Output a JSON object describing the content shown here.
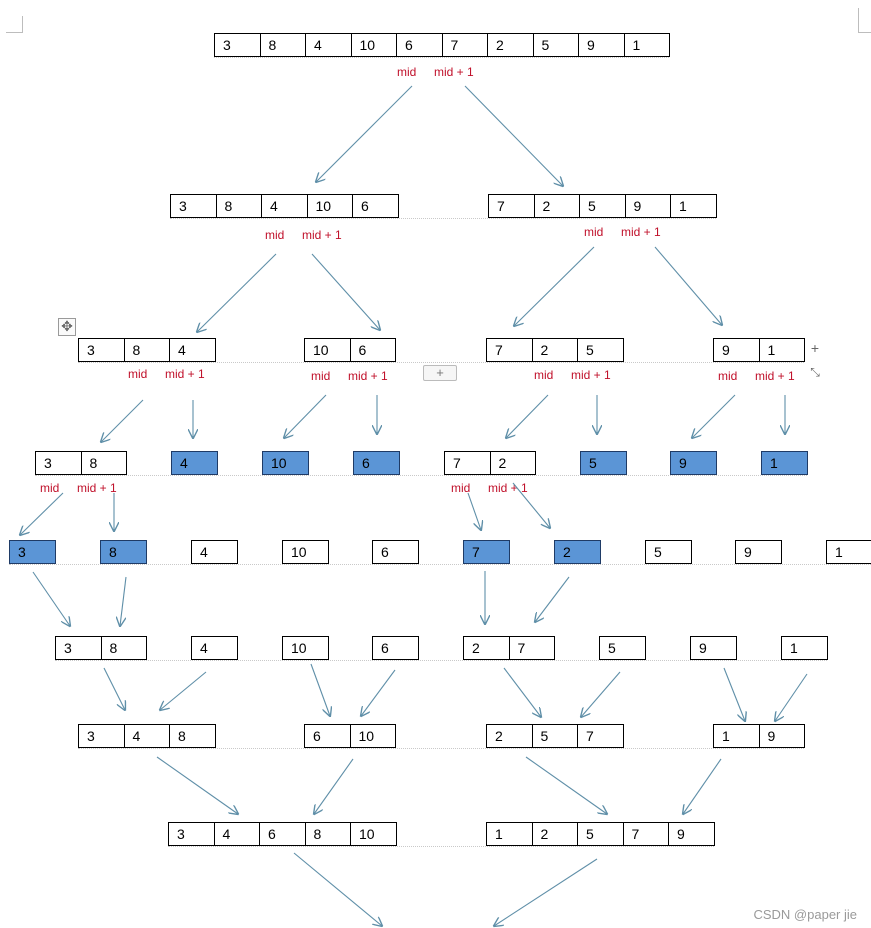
{
  "rows": [
    {
      "groups": [
        [
          {
            "v": "3"
          },
          {
            "v": "8"
          },
          {
            "v": "4"
          },
          {
            "v": "10"
          },
          {
            "v": "6"
          },
          {
            "v": "7"
          },
          {
            "v": "2"
          },
          {
            "v": "5"
          },
          {
            "v": "9"
          },
          {
            "v": "1"
          }
        ]
      ]
    },
    {
      "groups": [
        [
          {
            "v": "3"
          },
          {
            "v": "8"
          },
          {
            "v": "4"
          },
          {
            "v": "10"
          },
          {
            "v": "6"
          }
        ],
        [
          {
            "v": "7"
          },
          {
            "v": "2"
          },
          {
            "v": "5"
          },
          {
            "v": "9"
          },
          {
            "v": "1"
          }
        ]
      ]
    },
    {
      "groups": [
        [
          {
            "v": "3"
          },
          {
            "v": "8"
          },
          {
            "v": "4"
          }
        ],
        [
          {
            "v": "10"
          },
          {
            "v": "6"
          }
        ],
        [
          {
            "v": "7"
          },
          {
            "v": "2"
          },
          {
            "v": "5"
          }
        ],
        [
          {
            "v": "9"
          },
          {
            "v": "1"
          }
        ]
      ]
    },
    {
      "groups": [
        [
          {
            "v": "3"
          },
          {
            "v": "8"
          }
        ],
        [
          {
            "v": "4",
            "hl": true
          }
        ],
        [
          {
            "v": "10",
            "hl": true
          }
        ],
        [
          {
            "v": "6",
            "hl": true
          }
        ],
        [
          {
            "v": "7"
          },
          {
            "v": "2"
          }
        ],
        [
          {
            "v": "5",
            "hl": true
          }
        ],
        [
          {
            "v": "9",
            "hl": true
          }
        ],
        [
          {
            "v": "1",
            "hl": true
          }
        ]
      ]
    },
    {
      "groups": [
        [
          {
            "v": "3",
            "hl": true
          }
        ],
        [
          {
            "v": "8",
            "hl": true
          }
        ],
        [
          {
            "v": "4"
          }
        ],
        [
          {
            "v": "10"
          }
        ],
        [
          {
            "v": "6"
          }
        ],
        [
          {
            "v": "7",
            "hl": true
          }
        ],
        [
          {
            "v": "2",
            "hl": true
          }
        ],
        [
          {
            "v": "5"
          }
        ],
        [
          {
            "v": "9"
          }
        ],
        [
          {
            "v": "1"
          }
        ]
      ]
    },
    {
      "groups": [
        [
          {
            "v": "3"
          },
          {
            "v": "8"
          }
        ],
        [
          {
            "v": "4"
          }
        ],
        [
          {
            "v": "10"
          }
        ],
        [
          {
            "v": "6"
          }
        ],
        [
          {
            "v": "2"
          },
          {
            "v": "7"
          }
        ],
        [
          {
            "v": "5"
          }
        ],
        [
          {
            "v": "9"
          }
        ],
        [
          {
            "v": "1"
          }
        ]
      ]
    },
    {
      "groups": [
        [
          {
            "v": "3"
          },
          {
            "v": "4"
          },
          {
            "v": "8"
          }
        ],
        [
          {
            "v": "6"
          },
          {
            "v": "10"
          }
        ],
        [
          {
            "v": "2"
          },
          {
            "v": "5"
          },
          {
            "v": "7"
          }
        ],
        [
          {
            "v": "1"
          },
          {
            "v": "9"
          }
        ]
      ]
    },
    {
      "groups": [
        [
          {
            "v": "3"
          },
          {
            "v": "4"
          },
          {
            "v": "6"
          },
          {
            "v": "8"
          },
          {
            "v": "10"
          }
        ],
        [
          {
            "v": "1"
          },
          {
            "v": "2"
          },
          {
            "v": "5"
          },
          {
            "v": "7"
          },
          {
            "v": "9"
          }
        ]
      ]
    }
  ],
  "labels": {
    "mid": "mid",
    "mid1": "mid + 1"
  },
  "ui": {
    "move_handle_icon": "move-icon",
    "add_row_symbol": "+",
    "add_col_symbol": "+"
  },
  "watermark": "CSDN @paper jie",
  "colors": {
    "highlight": "#5b95d6",
    "arrow": "#5f8fa8",
    "label": "#c0102a"
  }
}
